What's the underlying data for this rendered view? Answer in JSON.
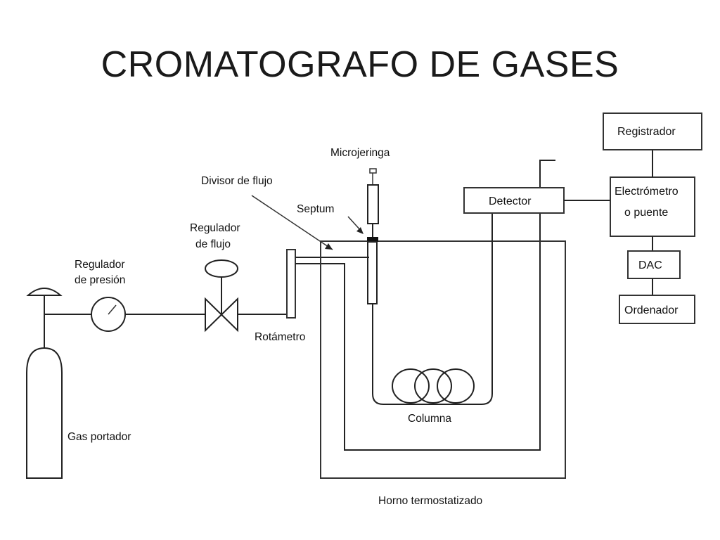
{
  "title": "CROMATOGRAFO DE GASES",
  "labels": {
    "gas_portador": "Gas portador",
    "regulador_presion_1": "Regulador",
    "regulador_presion_2": "de presión",
    "regulador_flujo_1": "Regulador",
    "regulador_flujo_2": "de flujo",
    "rotametro": "Rotámetro",
    "divisor_flujo": "Divisor de flujo",
    "septum": "Septum",
    "microjeringa": "Microjeringa",
    "detector": "Detector",
    "columna": "Columna",
    "horno": "Horno termostatizado",
    "registrador": "Registrador",
    "electrometro_1": "Electrómetro",
    "electrometro_2": "o puente",
    "dac": "DAC",
    "ordenador": "Ordenador"
  }
}
